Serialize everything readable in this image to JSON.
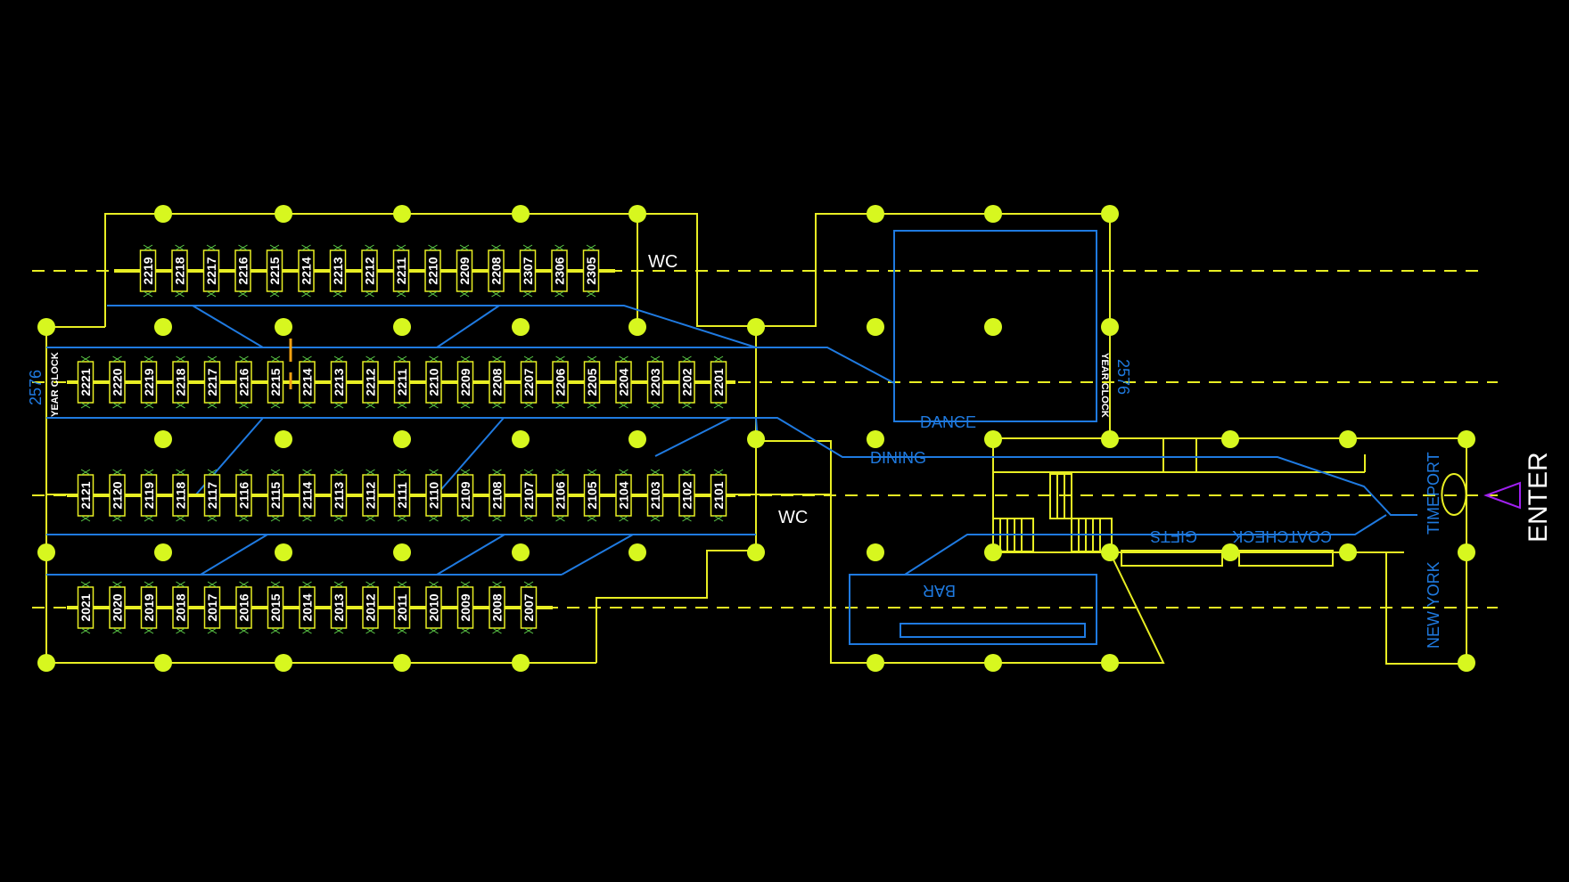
{
  "colors": {
    "background": "#000000",
    "walls": "#e8ee23",
    "columns": "#d7f71f",
    "routes": "#1f7ae0",
    "labels": "#ffffff",
    "entry_marker": "#a020f0"
  },
  "labels": {
    "wc_top": "WC",
    "wc_middle": "WC",
    "dance": "DANCE",
    "dining": "DINING",
    "bar": "BAR",
    "gifts": "GIFTS",
    "coatcheck": "COATCHECK",
    "timeport": "TIMEPORT",
    "new_york": "NEW YORK",
    "enter": "ENTER",
    "year_left": "2576",
    "year_clock_left": "YEAR CLOCK",
    "year_right": "2576",
    "year_clock_right": "YEAR CLOCK"
  },
  "rows": [
    {
      "id": "row-top",
      "cabins": [
        "2219",
        "2218",
        "2217",
        "2216",
        "2215",
        "2214",
        "2213",
        "2212",
        "2211",
        "2210",
        "2209",
        "2208",
        "2307",
        "2306",
        "2305"
      ]
    },
    {
      "id": "row-22",
      "cabins": [
        "2221",
        "2220",
        "2219",
        "2218",
        "2217",
        "2216",
        "2215",
        "2214",
        "2213",
        "2212",
        "2211",
        "2210",
        "2209",
        "2208",
        "2207",
        "2206",
        "2205",
        "2204",
        "2203",
        "2202",
        "2201"
      ]
    },
    {
      "id": "row-21",
      "cabins": [
        "2121",
        "2120",
        "2119",
        "2118",
        "2117",
        "2116",
        "2115",
        "2114",
        "2113",
        "2112",
        "2111",
        "2110",
        "2109",
        "2108",
        "2107",
        "2106",
        "2105",
        "2104",
        "2103",
        "2102",
        "2101"
      ]
    },
    {
      "id": "row-20",
      "cabins": [
        "2021",
        "2020",
        "2019",
        "2018",
        "2017",
        "2016",
        "2015",
        "2014",
        "2013",
        "2012",
        "2011",
        "2010",
        "2009",
        "2008",
        "2007"
      ]
    }
  ]
}
